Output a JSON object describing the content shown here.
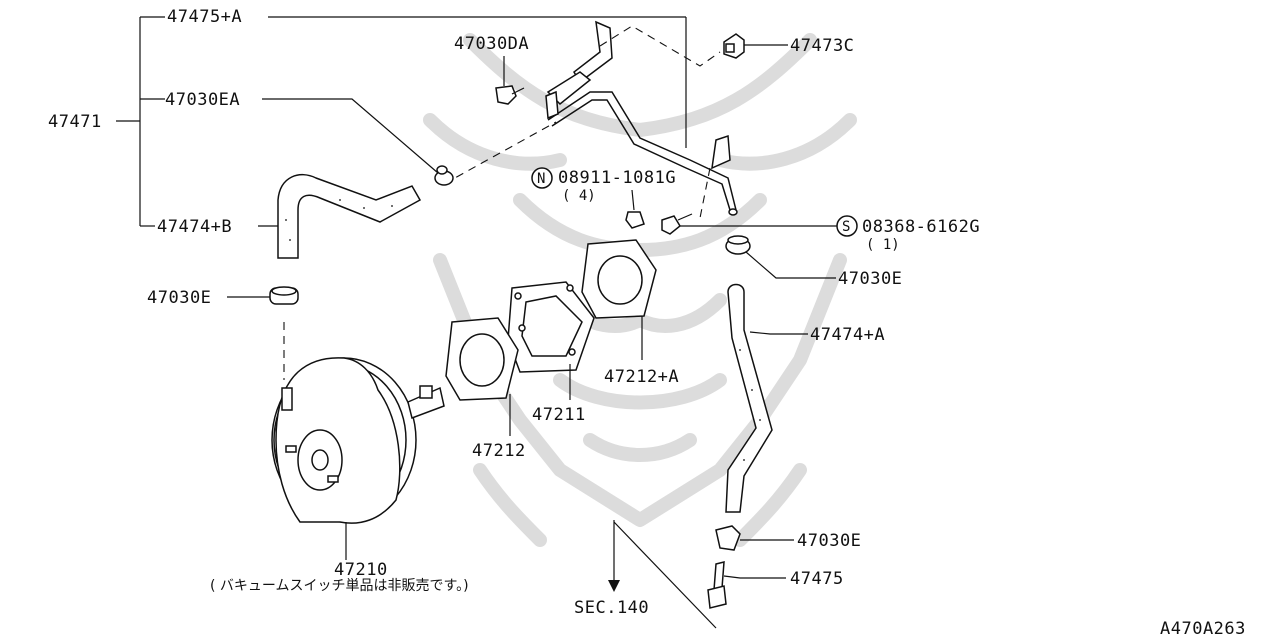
{
  "labels": {
    "p47475_a": "47475+A",
    "p47030da": "47030DA",
    "p47473c": "47473C",
    "p47471": "47471",
    "p47030ea": "47030EA",
    "p08911": "08911-1081G",
    "p08911_qty": "( 4)",
    "p08911_symbol": "N",
    "p47474_b": "47474+B",
    "p08368": "08368-6162G",
    "p08368_qty": "( 1)",
    "p08368_symbol": "S",
    "p47030e_top": "47030E",
    "p47030e_left": "47030E",
    "p47474_a": "47474+A",
    "p47212_a": "47212+A",
    "p47211": "47211",
    "p47212": "47212",
    "p47210": "47210",
    "p47210_note": "( バキュームスイッチ単品は非販売です。)",
    "p47030e_bottom": "47030E",
    "p47475": "47475",
    "sec140": "SEC.140",
    "diagram_code": "A470A263"
  },
  "colors": {
    "line": "#111111",
    "watermark": "#dcdcdc",
    "background": "#ffffff"
  }
}
